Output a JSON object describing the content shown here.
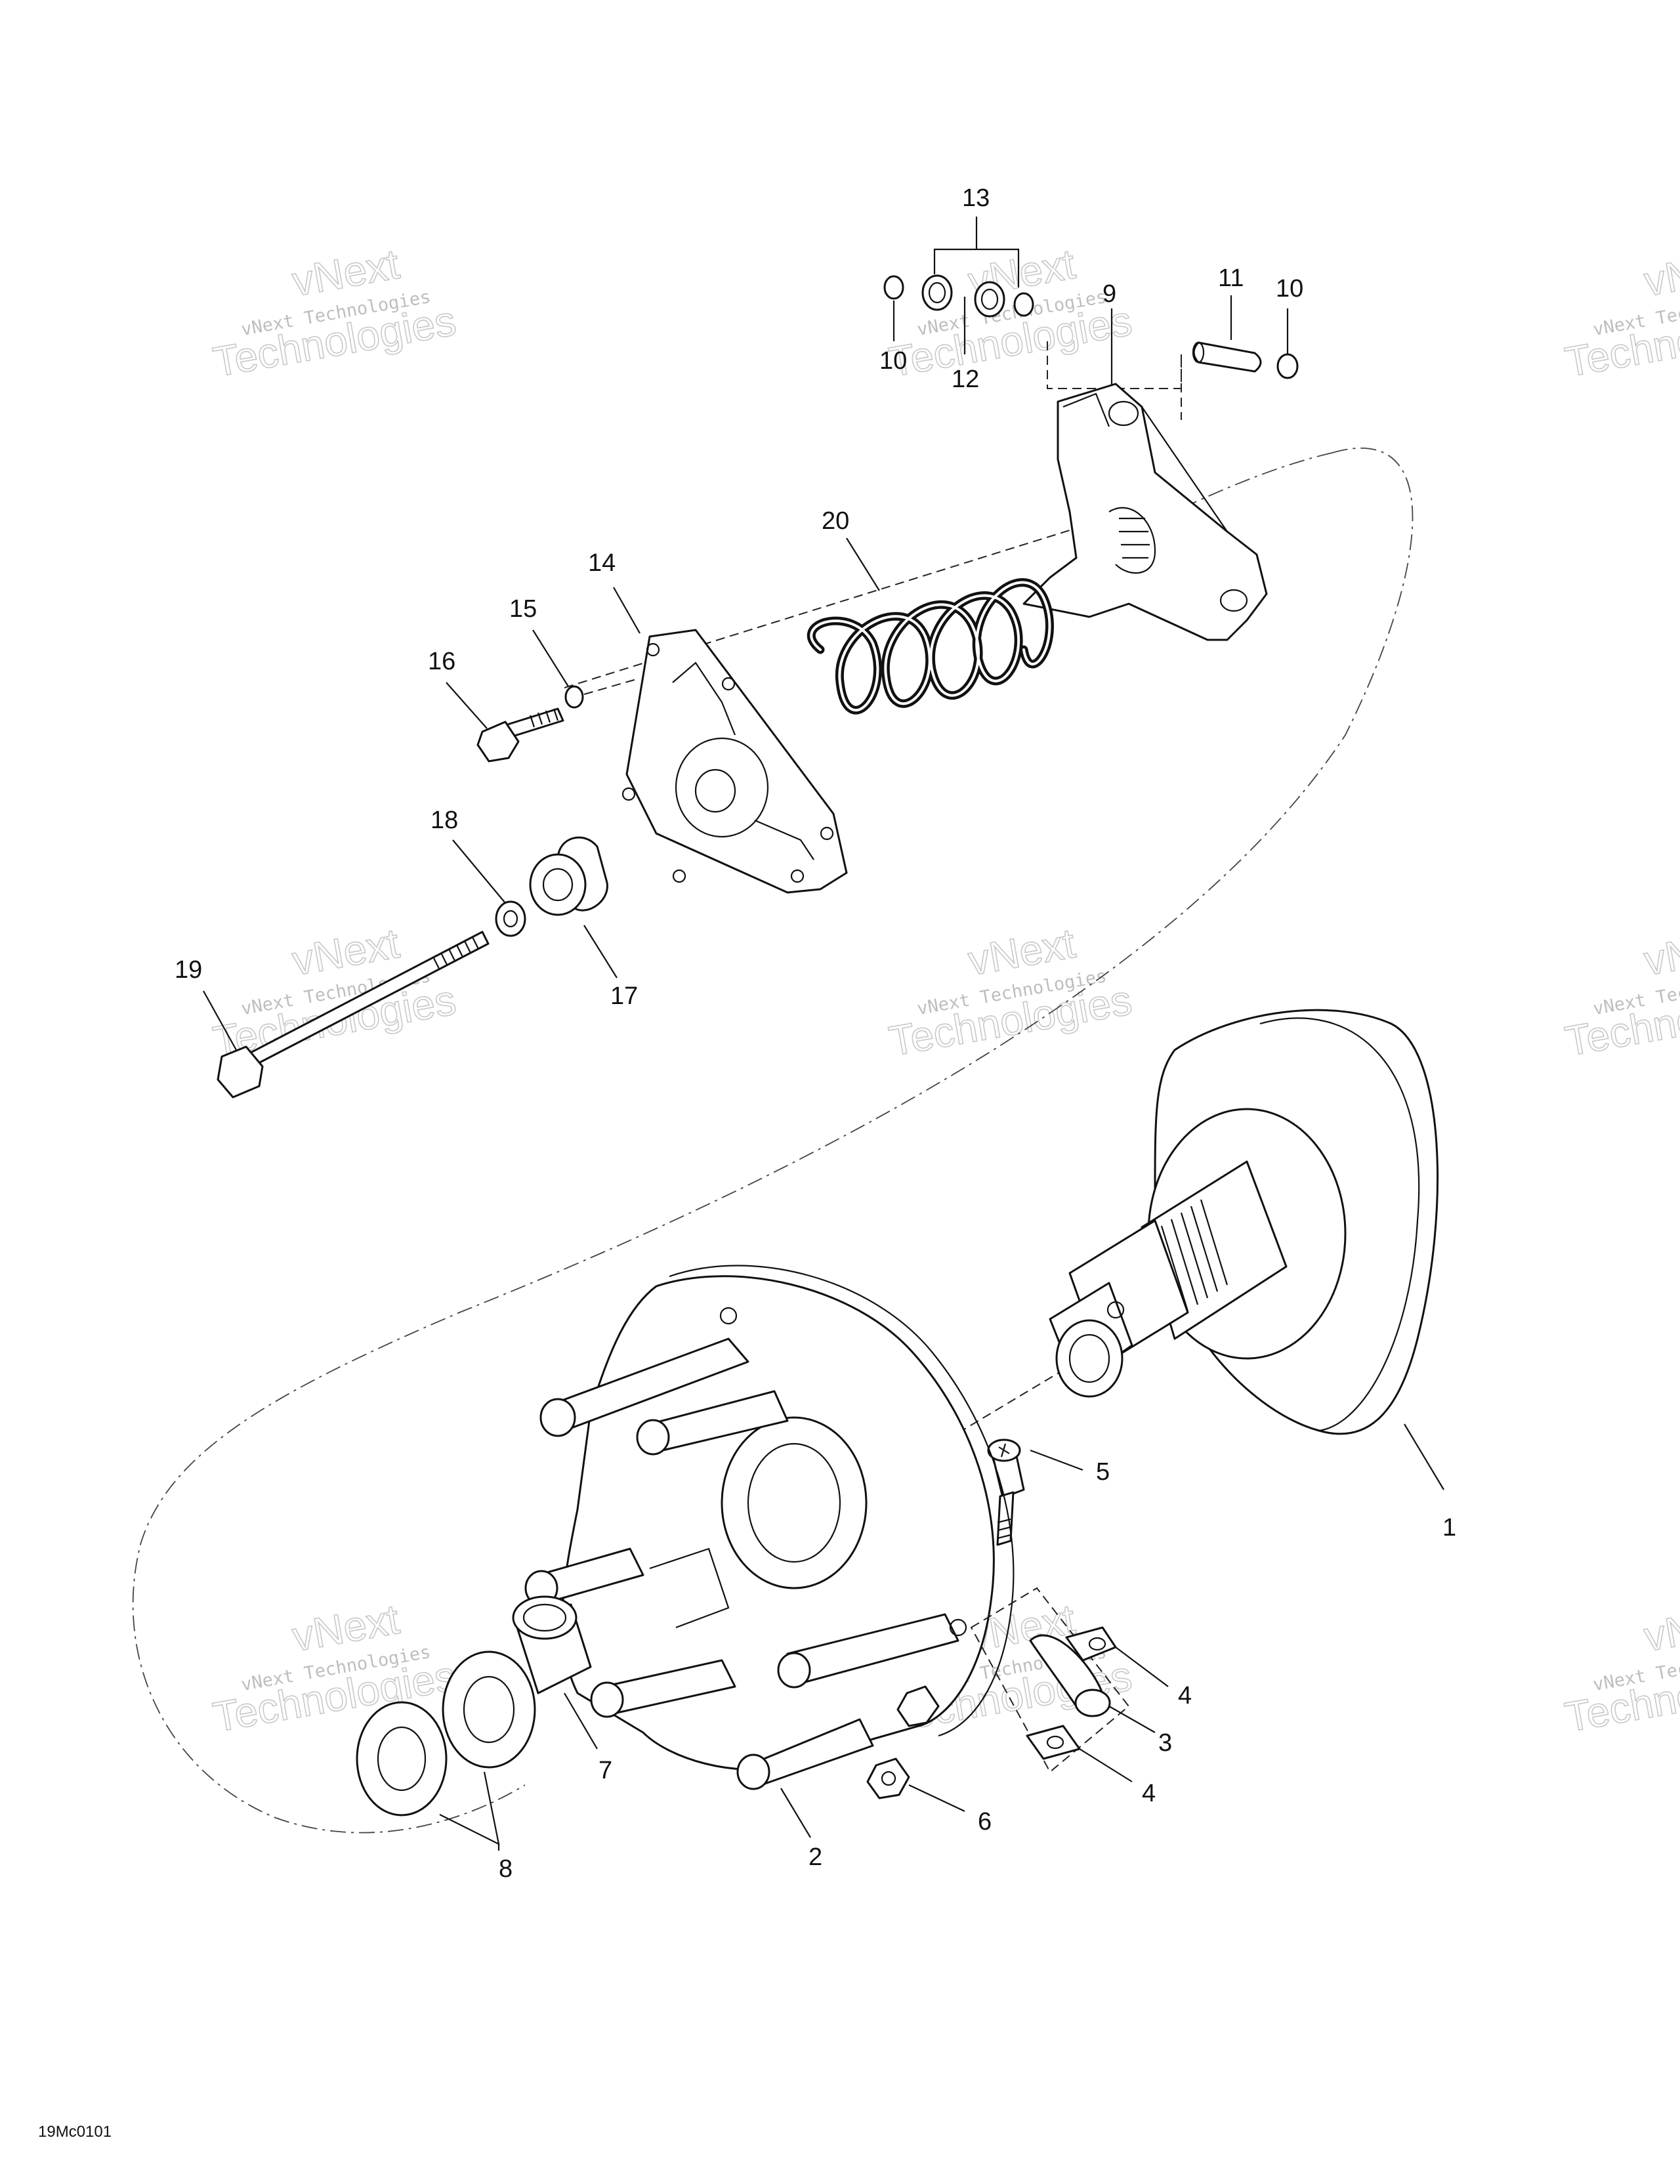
{
  "figure_code": "19Mc0101",
  "watermark": {
    "line1": "vNext",
    "line2": "vNext Technologies",
    "line3": "Technologies"
  },
  "callouts": [
    {
      "id": "1",
      "label": "1"
    },
    {
      "id": "2",
      "label": "2"
    },
    {
      "id": "3",
      "label": "3"
    },
    {
      "id": "4a",
      "label": "4"
    },
    {
      "id": "4b",
      "label": "4"
    },
    {
      "id": "5",
      "label": "5"
    },
    {
      "id": "6",
      "label": "6"
    },
    {
      "id": "7",
      "label": "7"
    },
    {
      "id": "8",
      "label": "8"
    },
    {
      "id": "9",
      "label": "9"
    },
    {
      "id": "10a",
      "label": "10"
    },
    {
      "id": "10b",
      "label": "10"
    },
    {
      "id": "11",
      "label": "11"
    },
    {
      "id": "12",
      "label": "12"
    },
    {
      "id": "13",
      "label": "13"
    },
    {
      "id": "14",
      "label": "14"
    },
    {
      "id": "15",
      "label": "15"
    },
    {
      "id": "16",
      "label": "16"
    },
    {
      "id": "17",
      "label": "17"
    },
    {
      "id": "18",
      "label": "18"
    },
    {
      "id": "19",
      "label": "19"
    },
    {
      "id": "20",
      "label": "20"
    }
  ]
}
